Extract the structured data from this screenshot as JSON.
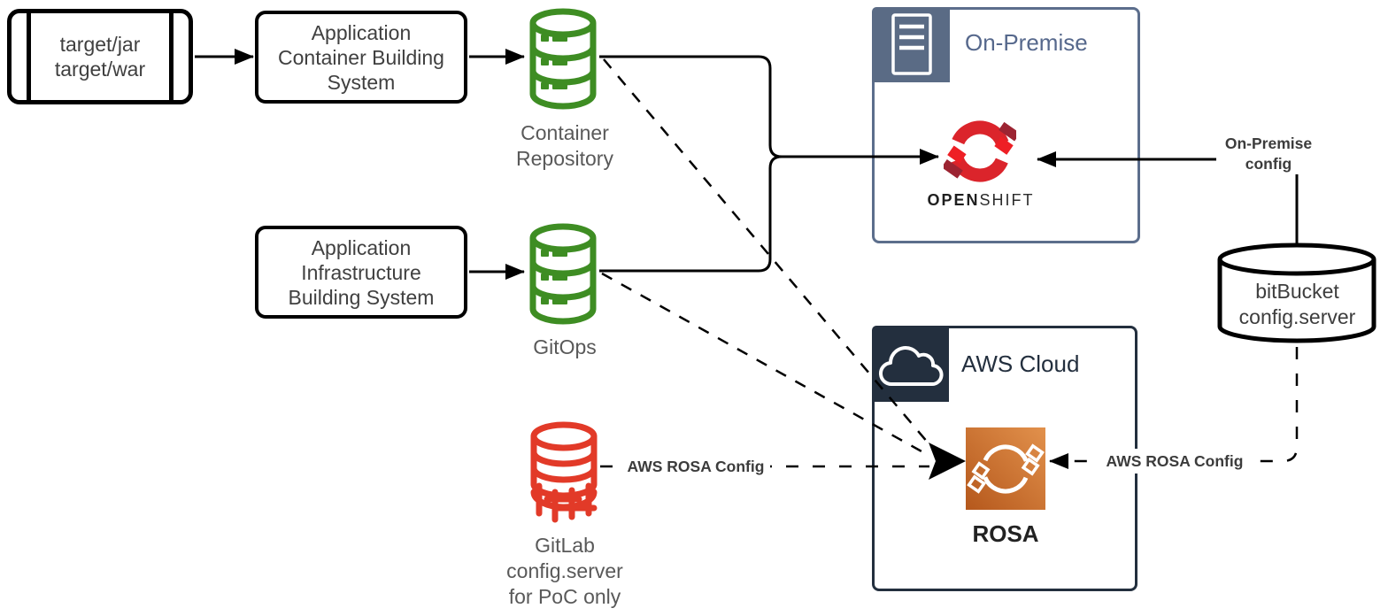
{
  "nodes": {
    "artifact": {
      "line1": "target/jar",
      "line2": "target/war"
    },
    "acbs": {
      "line1": "Application",
      "line2": "Container Building",
      "line3": "System"
    },
    "aibs": {
      "line1": "Application",
      "line2": "Infrastructure",
      "line3": "Building System"
    },
    "container_repo": {
      "line1": "Container",
      "line2": "Repository"
    },
    "gitops": {
      "label": "GitOps"
    },
    "gitlab": {
      "line1": "GitLab",
      "line2": "config.server",
      "line3": "for PoC only"
    },
    "bitbucket": {
      "line1": "bitBucket",
      "line2": "config.server"
    },
    "onpremise": {
      "title": "On-Premise",
      "openshift_bold": "OPEN",
      "openshift_light": "SHIFT"
    },
    "aws": {
      "title": "AWS Cloud",
      "rosa_label": "ROSA"
    }
  },
  "edges": {
    "gitlab_rosa_label": "AWS ROSA Config",
    "bitbucket_rosa_label": "AWS ROSA Config",
    "onpremise_config_line1": "On-Premise",
    "onpremise_config_line2": "config"
  },
  "colors": {
    "repo_green": "#3e8d23",
    "gitlab_red": "#e23a28",
    "openshift_red": "#db242b",
    "openshift_dark_red": "#9c2432",
    "onpremise_slate": "#5a6b85",
    "aws_navy": "#232f3e",
    "rosa_orange_dark": "#b5581c",
    "rosa_orange_light": "#e2914c"
  }
}
